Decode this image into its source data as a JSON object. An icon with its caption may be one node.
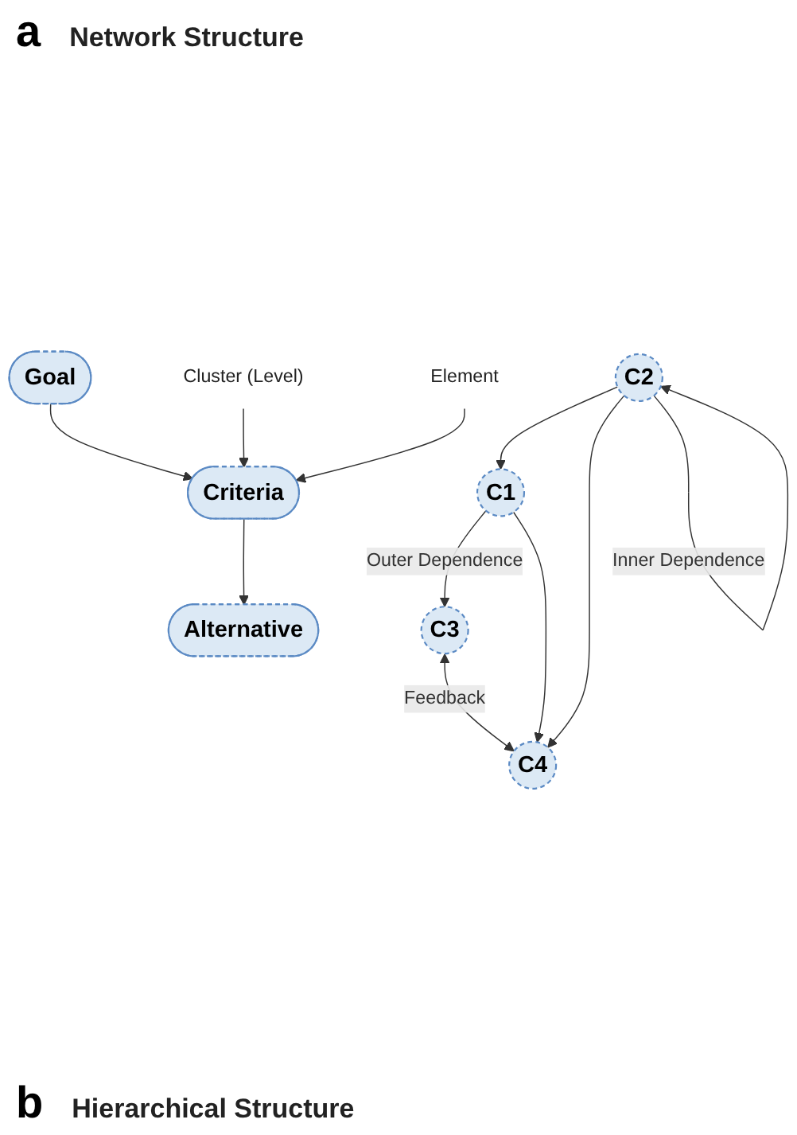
{
  "diagram": {
    "nodes": [
      {
        "text": [
          "C1"
        ]
      },
      {
        "text": [
          "C2"
        ]
      },
      {
        "text": [
          "C3"
        ]
      },
      {
        "text": [
          "C4"
        ]
      },
      {
        "text": [
          "Goal"
        ]
      },
      {
        "text": [
          "Cluster (Level)"
        ]
      },
      {
        "text": [
          "Criteria"
        ]
      },
      {
        "text": [
          "Element"
        ]
      },
      {
        "text": [
          "Alternative"
        ]
      }
    ],
    "edges": [
      {
        "from": 0,
        "to": 2,
        "arrow": "to",
        "label": "Outer Dependence"
      },
      {
        "from": 0,
        "to": 3,
        "arrow": "to"
      },
      {
        "from": 1,
        "to": 0,
        "arrow": "to"
      },
      {
        "from": 1,
        "to": 3,
        "arrow": "to"
      },
      {
        "from": 1,
        "to": 1,
        "arrow": "to",
        "label": "Inner Dependence"
      },
      {
        "from": 2,
        "to": 3,
        "arrow": "both",
        "label": "Feedback"
      },
      {
        "from": 4,
        "to": 6,
        "arrow": "to"
      },
      {
        "from": 5,
        "to": 6,
        "arrow": "to"
      },
      {
        "from": 7,
        "to": 6,
        "arrow": "to"
      },
      {
        "from": 6,
        "to": 8,
        "arrow": "to"
      }
    ],
    "labels": [
      "a",
      "Network Structure",
      "b",
      "Hierarchical Structure"
    ]
  }
}
